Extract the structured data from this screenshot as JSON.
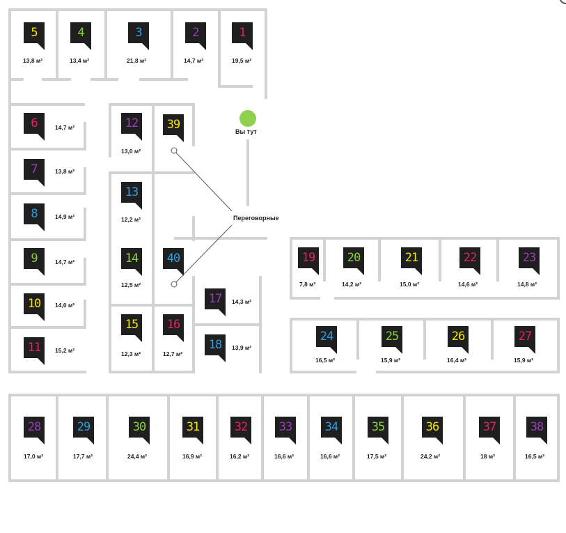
{
  "map": {
    "you_are_here_label": "Вы тут",
    "meeting_rooms_label": "Переговорные",
    "area_unit": "м²",
    "colors": {
      "wall": "#d2d2d2",
      "pin": "#1f1f1f",
      "you_are_here": "#8fd14f",
      "yellow": "#f2e600",
      "green": "#8ccf3b",
      "blue": "#2e9ee0",
      "purple": "#9a3db8",
      "magenta": "#e3245f"
    },
    "rooms": [
      {
        "number": "5",
        "area": "13,8 м²",
        "color": "yellow"
      },
      {
        "number": "4",
        "area": "13,4 м²",
        "color": "green"
      },
      {
        "number": "3",
        "area": "21,8 м²",
        "color": "blue"
      },
      {
        "number": "2",
        "area": "14,7 м²",
        "color": "purple"
      },
      {
        "number": "1",
        "area": "19,5 м²",
        "color": "magenta"
      },
      {
        "number": "6",
        "area": "14,7 м²",
        "color": "magenta"
      },
      {
        "number": "7",
        "area": "13,8 м²",
        "color": "purple"
      },
      {
        "number": "8",
        "area": "14,9 м²",
        "color": "blue"
      },
      {
        "number": "9",
        "area": "14,7 м²",
        "color": "green"
      },
      {
        "number": "10",
        "area": "14,0 м²",
        "color": "yellow"
      },
      {
        "number": "11",
        "area": "15,2 м²",
        "color": "magenta"
      },
      {
        "number": "12",
        "area": "13,0 м²",
        "color": "purple"
      },
      {
        "number": "39",
        "area": "",
        "color": "yellow"
      },
      {
        "number": "13",
        "area": "12,2 м²",
        "color": "blue"
      },
      {
        "number": "14",
        "area": "12,5 м²",
        "color": "green"
      },
      {
        "number": "40",
        "area": "",
        "color": "blue"
      },
      {
        "number": "15",
        "area": "12,3 м²",
        "color": "yellow"
      },
      {
        "number": "16",
        "area": "12,7 м²",
        "color": "magenta"
      },
      {
        "number": "17",
        "area": "14,3 м²",
        "color": "purple"
      },
      {
        "number": "18",
        "area": "13,9 м²",
        "color": "blue"
      },
      {
        "number": "19",
        "area": "7,8 м²",
        "color": "magenta"
      },
      {
        "number": "20",
        "area": "14,2 м²",
        "color": "green"
      },
      {
        "number": "21",
        "area": "15,0 м²",
        "color": "yellow"
      },
      {
        "number": "22",
        "area": "14,6 м²",
        "color": "magenta"
      },
      {
        "number": "23",
        "area": "14,8 м²",
        "color": "purple"
      },
      {
        "number": "24",
        "area": "16,5 м²",
        "color": "blue"
      },
      {
        "number": "25",
        "area": "15,9 м²",
        "color": "green"
      },
      {
        "number": "26",
        "area": "16,4 м²",
        "color": "yellow"
      },
      {
        "number": "27",
        "area": "15,9 м²",
        "color": "magenta"
      },
      {
        "number": "28",
        "area": "17,0 м²",
        "color": "purple"
      },
      {
        "number": "29",
        "area": "17,7 м²",
        "color": "blue"
      },
      {
        "number": "30",
        "area": "24,4 м²",
        "color": "green"
      },
      {
        "number": "31",
        "area": "16,9 м²",
        "color": "yellow"
      },
      {
        "number": "32",
        "area": "16,2 м²",
        "color": "magenta"
      },
      {
        "number": "33",
        "area": "16,6 м²",
        "color": "purple"
      },
      {
        "number": "34",
        "area": "16,6 м²",
        "color": "blue"
      },
      {
        "number": "35",
        "area": "17,5 м²",
        "color": "green"
      },
      {
        "number": "36",
        "area": "24,2 м²",
        "color": "yellow"
      },
      {
        "number": "37",
        "area": "18 м²",
        "color": "magenta"
      },
      {
        "number": "38",
        "area": "16,5 м²",
        "color": "purple"
      }
    ]
  }
}
